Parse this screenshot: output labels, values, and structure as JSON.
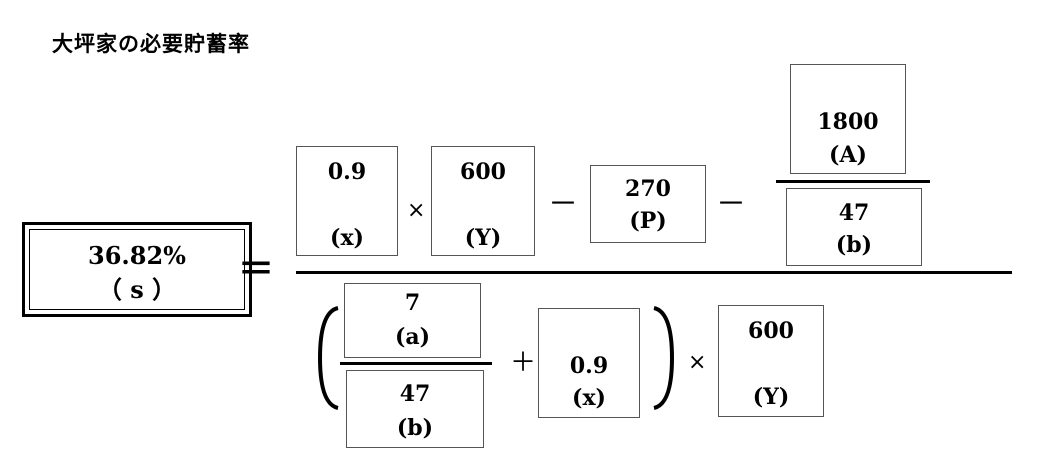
{
  "title": "大坪家の必要貯蓄率",
  "result": {
    "value": "36.82%",
    "label": "（ s ）"
  },
  "equals": "＝",
  "numerator": {
    "x": {
      "value": "0.9",
      "label": "(x)"
    },
    "times": "×",
    "Y": {
      "value": "600",
      "label": "(Y)"
    },
    "minus1": "－",
    "P": {
      "value": "270",
      "label": "(P)"
    },
    "minus2": "－",
    "A": {
      "value": "1800",
      "label": "(A)"
    },
    "b": {
      "value": "47",
      "label": "(b)"
    }
  },
  "denominator": {
    "a": {
      "value": "7",
      "label": "(a)"
    },
    "b": {
      "value": "47",
      "label": "(b)"
    },
    "plus": "＋",
    "x": {
      "value": "0.9",
      "label": "(x)"
    },
    "times": "×",
    "Y": {
      "value": "600",
      "label": "(Y)"
    }
  }
}
